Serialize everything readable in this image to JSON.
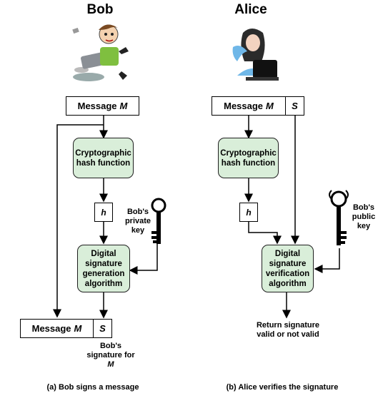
{
  "left": {
    "title": "Bob",
    "message_label": "Message",
    "message_var": "M",
    "hash_function": "Cryptographic hash function",
    "hash_value": "h",
    "key_label": "Bob's private key",
    "generation": "Digital signature generation algorithm",
    "out_message_label": "Message",
    "out_message_var": "M",
    "signature_var": "S",
    "signature_label": "Bob's signature for",
    "signature_label_var": "M",
    "caption": "(a) Bob signs a message"
  },
  "right": {
    "title": "Alice",
    "message_label": "Message",
    "message_var": "M",
    "signature_var": "S",
    "hash_function": "Cryptographic hash function",
    "hash_value": "h",
    "key_label": "Bob's public key",
    "verification": "Digital signature verification algorithm",
    "result": "Return signature valid or not valid",
    "caption": "(b) Alice verifies the signature"
  },
  "colors": {
    "process_fill": "#d9eed9",
    "line": "#000000"
  },
  "icons": [
    "bob-person-icon",
    "alice-person-icon",
    "private-key-icon",
    "public-key-icon"
  ]
}
